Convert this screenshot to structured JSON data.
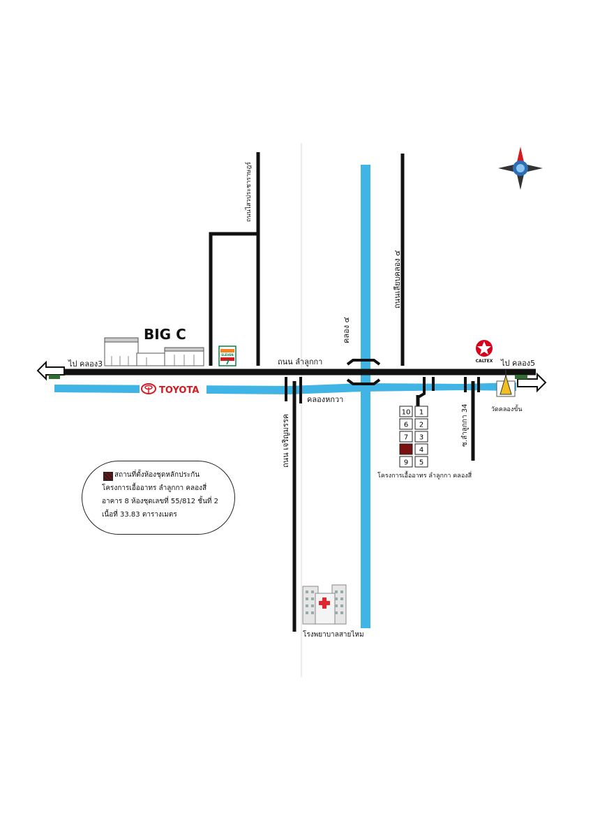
{
  "labels": {
    "to_khlong3": "ไป คลอง3",
    "to_khlong5": "ไป คลอง5",
    "main_road": "ถนน ลำลูกกา",
    "road_north_left": "ถนนไสวประชาราษฎร์",
    "canal_4": "คลอง ๔",
    "road_khlong4": "ถนนเลียบคลอง ๔",
    "road_south": "ถนน เจริญมรรค",
    "canal_hok_wa": "คลองหกวา",
    "soi_34": "ซ.ลำลูกกา 34",
    "temple": "วัดคลองขั้น",
    "project_label": "โครงการเอื้ออาทร ลำลูกกา คลองสี่",
    "hospital": "โรงพยาบาลสายไหม",
    "bigc": "BIG C",
    "toyota": "TOYOTA",
    "seven_eleven": "ELEVEN",
    "caltex": "CALTEX"
  },
  "buildings": [
    "10",
    "1",
    "6",
    "2",
    "7",
    "3",
    "",
    "4",
    "9",
    "5"
  ],
  "legend": {
    "line1": "สถานที่ตั้งห้องชุดหลักประกัน",
    "line2": "โครงการเอื้ออาทร ลำลูกกา คลองสี่",
    "line3": "อาคาร 8 ห้องชุดเลขที่ 55/812 ชั้นที่ 2",
    "line4": "เนื้อที่ 33.83 ตารางเมตร"
  },
  "colors": {
    "road": "#111111",
    "canal": "#40b4e5",
    "toyota_red": "#d71920",
    "seven_green": "#00843d",
    "seven_orange": "#f58220",
    "caltex_red": "#d6001c",
    "collateral_hatch": "#7a1010"
  },
  "icons": [
    "compass-icon",
    "temple-icon",
    "hospital-icon",
    "toyota-logo",
    "seven-eleven-logo",
    "caltex-logo",
    "big-c-building",
    "arrow-left-icon",
    "arrow-right-icon"
  ]
}
